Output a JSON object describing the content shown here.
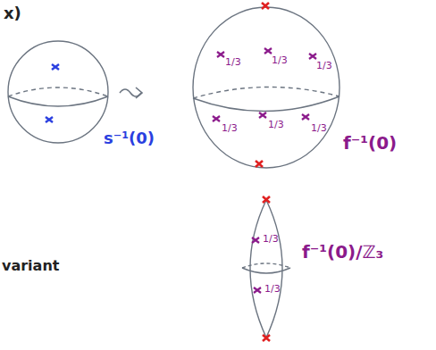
{
  "diagram": {
    "labels": [
      "x)",
      "s⁻¹(0)",
      "1/3",
      "1/3",
      "1/3",
      "1/3",
      "1/3",
      "1/3",
      "f⁻¹(0)",
      "variant",
      "1/3",
      "1/3",
      "f⁻¹(0)/ℤ₃"
    ]
  }
}
